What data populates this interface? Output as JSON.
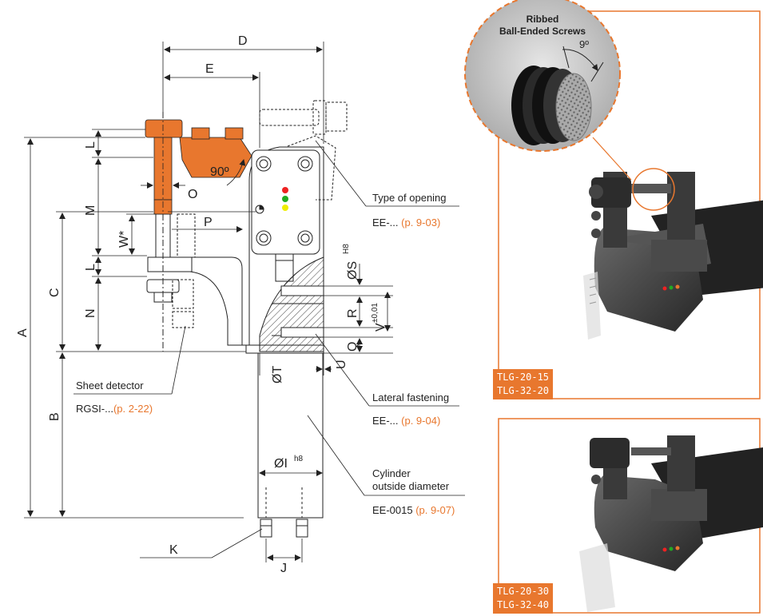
{
  "dimensions": {
    "A": "A",
    "B": "B",
    "C": "C",
    "D": "D",
    "E": "E",
    "J": "J",
    "K": "K",
    "L1": "L",
    "L2": "L",
    "M": "M",
    "N": "N",
    "O": "O",
    "P": "P",
    "Q": "Q",
    "R": "R",
    "W": "W*",
    "S": "ØS",
    "S_tol": "H8",
    "V": "V",
    "V_tol": "±0,01",
    "T": "ØT",
    "U": "U",
    "I": "ØI",
    "I_tol": "h8",
    "angle_90": "90º"
  },
  "annotations": {
    "opening": {
      "title": "Type of opening",
      "code": "EE-...",
      "ref": "(p. 9-03)"
    },
    "lateral": {
      "title": "Lateral fastening",
      "code": "EE-...",
      "ref": "(p. 9-04)"
    },
    "cylinder": {
      "title_line1": "Cylinder",
      "title_line2": "outside diameter",
      "code": "EE-0015",
      "ref": "(p. 9-07)"
    },
    "sheet": {
      "title": "Sheet detector",
      "code": "RGSI-...",
      "ref": "(p. 2-22)"
    }
  },
  "callout": {
    "title_line1": "Ribbed",
    "title_line2": "Ball-Ended Screws",
    "angle": "9º"
  },
  "models": {
    "top": [
      "TLG-20-15",
      "TLG-32-20"
    ],
    "bottom": [
      "TLG-20-30",
      "TLG-32-40"
    ]
  },
  "colors": {
    "accent": "#e8772e",
    "line": "#222222",
    "body": "#ffffff",
    "product": "#3a3a3a"
  }
}
